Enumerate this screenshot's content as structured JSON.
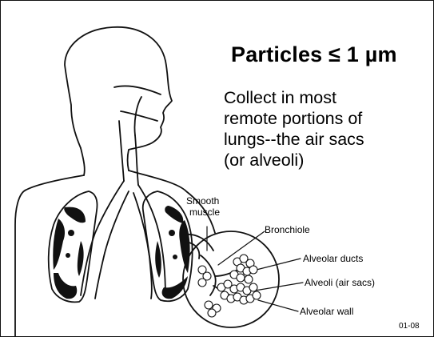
{
  "heading": {
    "title": "Particles ≤ 1 µm",
    "body_lines": [
      "Collect in most",
      "remote portions of",
      "lungs--the air sacs",
      "(or alveoli)"
    ]
  },
  "labels": {
    "smooth_muscle_line1": "Smooth",
    "smooth_muscle_line2": "muscle",
    "bronchiole": "Bronchiole",
    "alveolar_ducts": "Alveolar ducts",
    "alveoli": "Alveoli (air sacs)",
    "alveolar_wall": "Alveolar wall"
  },
  "figure_code": "01-08"
}
